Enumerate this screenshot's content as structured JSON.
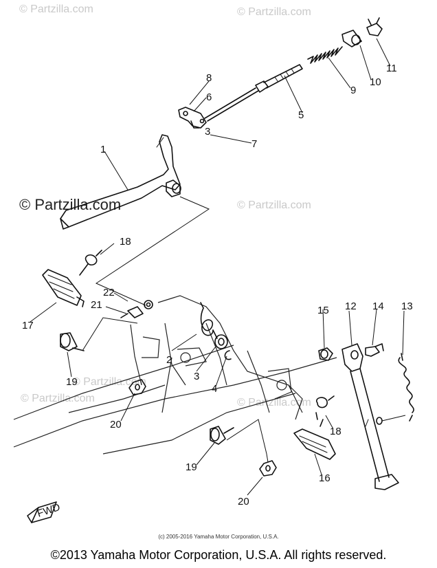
{
  "watermarks": [
    {
      "text": "© Partzilla.com"
    },
    {
      "text": "© Partzilla.com"
    },
    {
      "text": "© Partzilla.com"
    },
    {
      "text": "© Partzilla.com"
    },
    {
      "text": "© Partzilla.com"
    },
    {
      "text": "© Partzilla.com"
    },
    {
      "text": "© Partzilla.com"
    }
  ],
  "callouts": [
    "1",
    "2",
    "3",
    "3",
    "4",
    "5",
    "6",
    "7",
    "8",
    "9",
    "10",
    "11",
    "12",
    "13",
    "14",
    "15",
    "16",
    "17",
    "18",
    "18",
    "19",
    "19",
    "20",
    "20",
    "21",
    "22"
  ],
  "fwd_label": "FWD",
  "small_copyright": "(c) 2005-2016 Yamaha Motor Corporation, U.S.A.",
  "main_copyright": "©2013 Yamaha Motor Corporation, U.S.A. All rights reserved."
}
